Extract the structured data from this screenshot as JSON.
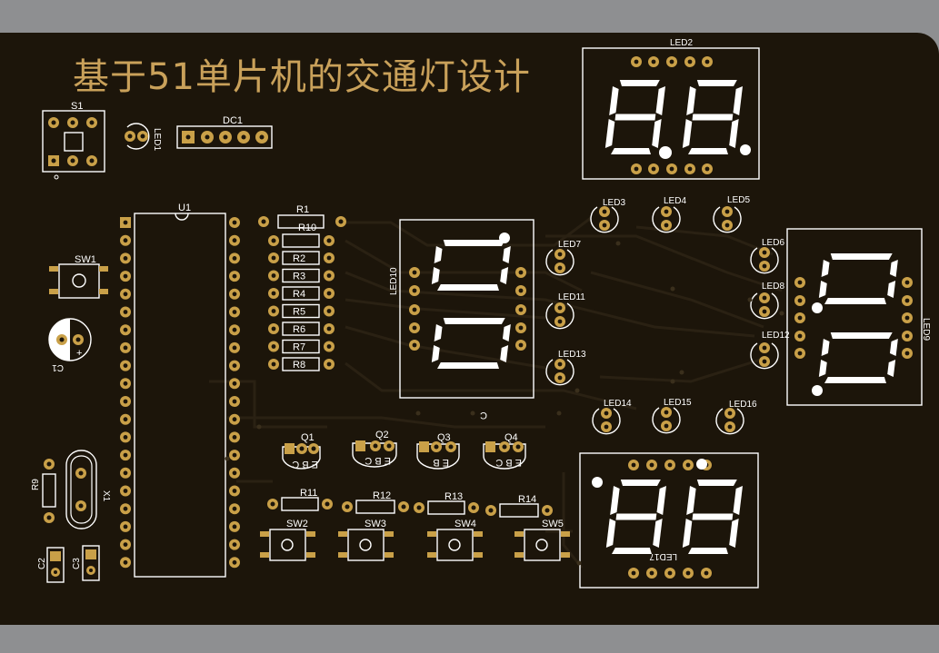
{
  "title": "基于51单片机的交通灯设计",
  "labels": {
    "s1": "S1",
    "led1": "LED1",
    "dc1": "DC1",
    "u1": "U1",
    "sw1": "SW1",
    "c1": "C1",
    "r9": "R9",
    "x1": "X1",
    "c2": "C2",
    "c3": "C3",
    "r1": "R1",
    "r10": "R10",
    "r2": "R2",
    "r3": "R3",
    "r4": "R4",
    "r5": "R5",
    "r6": "R6",
    "r7": "R7",
    "r8": "R8",
    "q1": "Q1",
    "q2": "Q2",
    "q3": "Q3",
    "q4": "Q4",
    "r11": "R11",
    "r12": "R12",
    "r13": "R13",
    "r14": "R14",
    "sw2": "SW2",
    "sw3": "SW3",
    "sw4": "SW4",
    "sw5": "SW5",
    "led2": "LED2",
    "led3": "LED3",
    "led4": "LED4",
    "led5": "LED5",
    "led6": "LED6",
    "led7": "LED7",
    "led8": "LED8",
    "led9": "LED9",
    "led10": "LED10",
    "led11": "LED11",
    "led12": "LED12",
    "led13": "LED13",
    "led14": "LED14",
    "led15": "LED15",
    "led16": "LED16",
    "led17": "LED17",
    "c_mark": "C",
    "ebc": "E B C",
    "eb": "E B",
    "plus": "+"
  },
  "colors": {
    "board": "#1c150a",
    "background": "#8e8f91",
    "pad": "#c9a048",
    "silkscreen": "#ffffff",
    "title": "#c9a15a"
  }
}
